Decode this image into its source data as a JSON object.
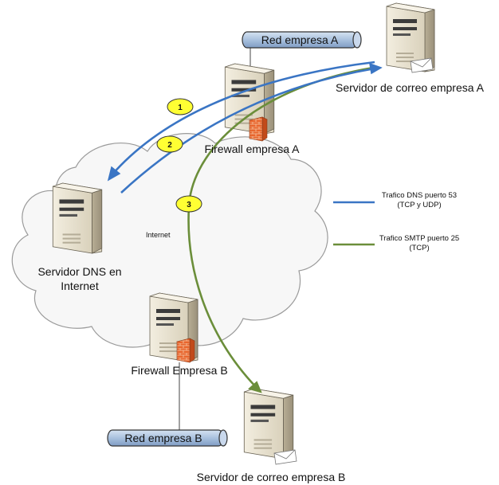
{
  "labels": {
    "red_a": "Red empresa A",
    "red_b": "Red empresa B",
    "firewall_a": "Firewall empresa A",
    "firewall_b": "Firewall Empresa B",
    "mail_a": "Servidor de correo empresa A",
    "mail_b": "Servidor de correo empresa B",
    "dns_line1": "Servidor DNS en",
    "dns_line2": "Internet",
    "internet": "Internet"
  },
  "legend": {
    "dns_line1": "Trafico DNS puerto 53",
    "dns_line2": "(TCP y UDP)",
    "smtp_line1": "Trafico SMTP puerto 25",
    "smtp_line2": "(TCP)"
  },
  "steps": [
    "1",
    "2",
    "3"
  ],
  "colors": {
    "dns": "#3a75c4",
    "smtp": "#6b8e3a",
    "badge": "#ffff33",
    "network_bar": "#a9c1de"
  },
  "icons": {
    "server": "server-tower-icon",
    "firewall": "brick-firewall-icon",
    "mail": "envelope-icon",
    "cloud": "internet-cloud-icon"
  }
}
